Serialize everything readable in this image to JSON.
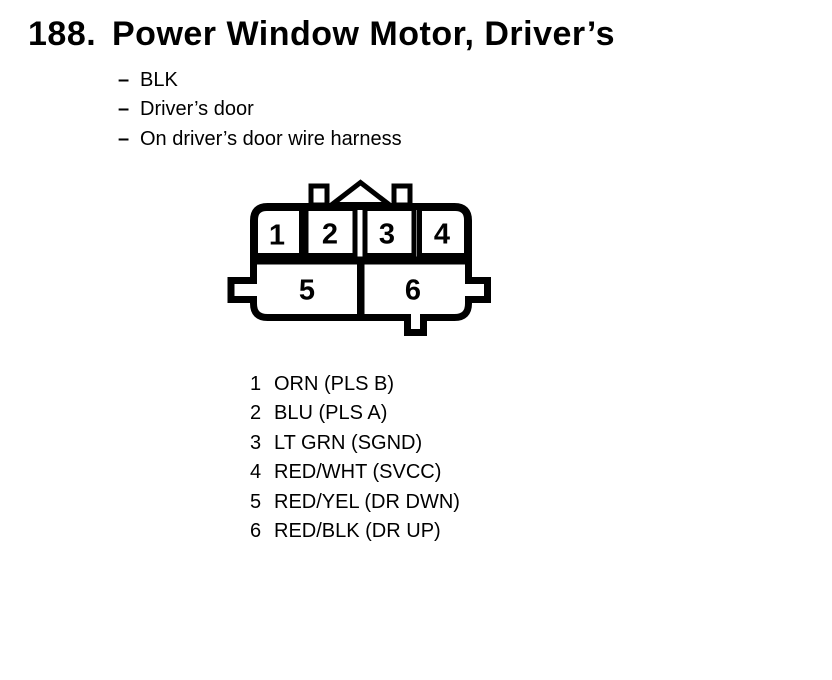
{
  "figure": {
    "number": "188.",
    "title": "Power Window Motor, Driver’s"
  },
  "notes": [
    {
      "bullet": "–",
      "text": "BLK"
    },
    {
      "bullet": "–",
      "text": "Driver’s door"
    },
    {
      "bullet": "–",
      "text": "On driver’s door wire harness"
    }
  ],
  "connector": {
    "rows": "2",
    "pin_count": "6",
    "outline_color": "#000000",
    "fill_color": "#ffffff",
    "pins": [
      {
        "number": "1"
      },
      {
        "number": "2"
      },
      {
        "number": "3"
      },
      {
        "number": "4"
      },
      {
        "number": "5"
      },
      {
        "number": "6"
      }
    ]
  },
  "legend": [
    {
      "pin": "1",
      "wire": "ORN (PLS B)"
    },
    {
      "pin": "2",
      "wire": "BLU (PLS A)"
    },
    {
      "pin": "3",
      "wire": "LT GRN (SGND)"
    },
    {
      "pin": "4",
      "wire": "RED/WHT (SVCC)"
    },
    {
      "pin": "5",
      "wire": "RED/YEL (DR DWN)"
    },
    {
      "pin": "6",
      "wire": "RED/BLK (DR UP)"
    }
  ]
}
